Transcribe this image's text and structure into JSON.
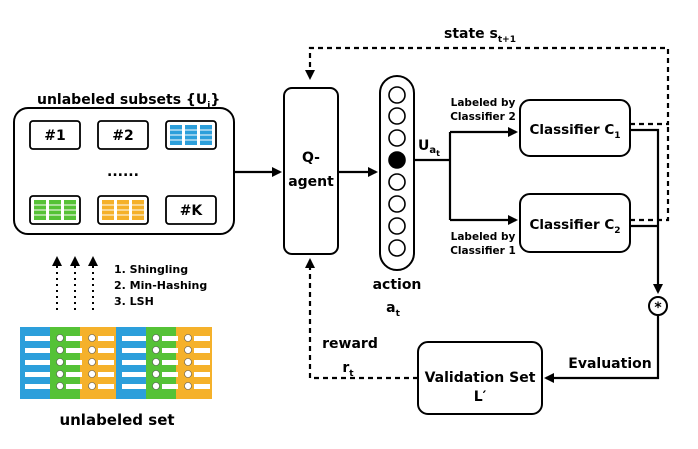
{
  "state_label": "state s",
  "state_sub": "t+1",
  "subsets_title": "unlabeled subsets {U",
  "subsets_title_sub": "i",
  "subsets_title_end": "}",
  "subset_labels": [
    "#1",
    "#2",
    "#K"
  ],
  "ellipsis": "......",
  "steps": [
    "1. Shingling",
    "2. Min-Hashing",
    "3. LSH"
  ],
  "unlabeled_set_label": "unlabeled set",
  "qagent_line1": "Q-",
  "qagent_line2": "agent",
  "action_label": "action",
  "action_symbol": "a",
  "action_sub": "t",
  "u_label": "U",
  "u_sub": "a",
  "u_subsub": "t",
  "labeled_by_2_line1": "Labeled by",
  "labeled_by_2_line2": "Classifier 2",
  "labeled_by_1_line1": "Labeled by",
  "labeled_by_1_line2": "Classifier 1",
  "classifier1": "Classifier C",
  "classifier1_sub": "1",
  "classifier2": "Classifier C",
  "classifier2_sub": "2",
  "combine_symbol": "*",
  "evaluation_label": "Evaluation",
  "validation_line1": "Validation Set",
  "validation_line2": "L′",
  "reward_label": "reward",
  "reward_symbol": "r",
  "reward_sub": "t",
  "colors": {
    "blue": "#2c9fdb",
    "green": "#55c236",
    "orange": "#f5b12a",
    "white": "#ffffff",
    "black": "#000000"
  }
}
